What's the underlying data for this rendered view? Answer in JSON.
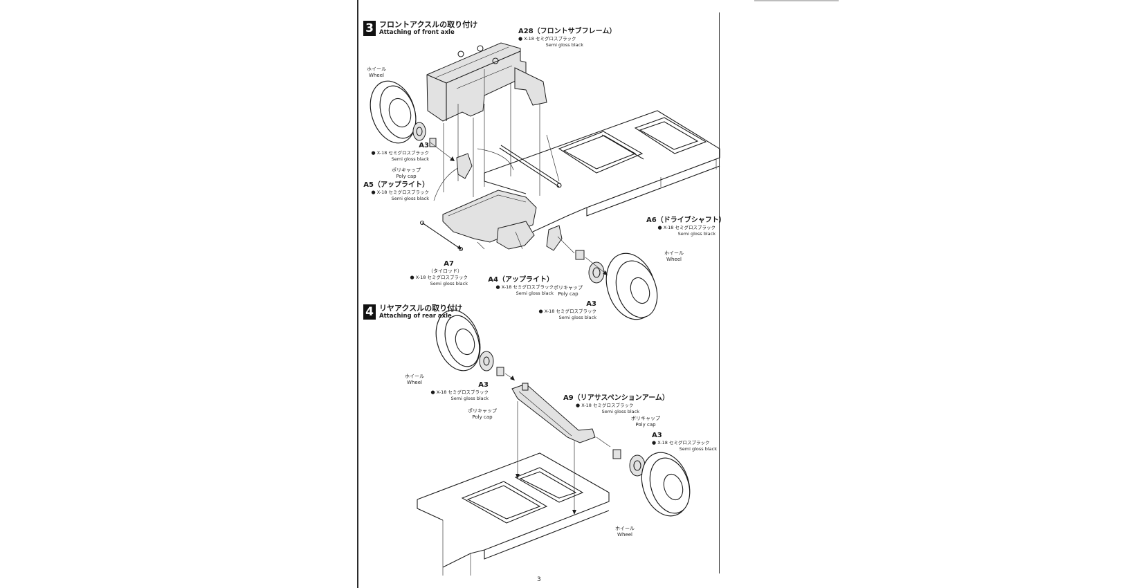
{
  "page": {
    "number": "3"
  },
  "steps": [
    {
      "number": "3",
      "title_jp": "フロントアクスルの取り付け",
      "title_en": "Attaching of front axle",
      "callouts": [
        {
          "part": "A28（フロントサブフレーム）",
          "paint": "X-18 セミグロスブラック",
          "finish": "Semi gloss black"
        },
        {
          "part": "",
          "label_jp": "ホイール",
          "label_en": "Wheel"
        },
        {
          "part": "A3",
          "paint": "X-18 セミグロスブラック",
          "finish": "Semi gloss black"
        },
        {
          "part": "",
          "label_jp": "ポリキャップ",
          "label_en": "Poly cap"
        },
        {
          "part": "A5（アップライト）",
          "paint": "X-18 セミグロスブラック",
          "finish": "Semi gloss black"
        },
        {
          "part": "A6（ドライブシャフト）",
          "paint": "X-18 セミグロスブラック",
          "finish": "Semi gloss black"
        },
        {
          "part": "",
          "label_jp": "ホイール",
          "label_en": "Wheel"
        },
        {
          "part": "A7",
          "part_sub": "（タイロッド）",
          "paint": "X-18 セミグロスブラック",
          "finish": "Semi gloss black"
        },
        {
          "part": "A4（アップライト）",
          "paint": "X-18 セミグロスブラック",
          "finish": "Semi gloss black"
        },
        {
          "part": "",
          "label_jp": "ポリキャップ",
          "label_en": "Poly cap"
        },
        {
          "part": "A3",
          "paint": "X-18 セミグロスブラック",
          "finish": "Semi gloss black"
        }
      ]
    },
    {
      "number": "4",
      "title_jp": "リヤアクスルの取り付け",
      "title_en": "Attaching of rear axle",
      "callouts": [
        {
          "part": "",
          "label_jp": "ホイール",
          "label_en": "Wheel"
        },
        {
          "part": "A3",
          "paint": "X-18 セミグロスブラック",
          "finish": "Semi gloss black"
        },
        {
          "part": "",
          "label_jp": "ポリキャップ",
          "label_en": "Poly cap"
        },
        {
          "part": "A9（リアサスペンションアーム）",
          "paint": "X-18 セミグロスブラック",
          "finish": "Semi gloss black"
        },
        {
          "part": "",
          "label_jp": "ポリキャップ",
          "label_en": "Poly cap"
        },
        {
          "part": "A3",
          "paint": "X-18 セミグロスブラック",
          "finish": "Semi gloss black"
        },
        {
          "part": "",
          "label_jp": "ホイール",
          "label_en": "Wheel"
        }
      ]
    }
  ],
  "symbols": {
    "paint_dot": "●"
  }
}
